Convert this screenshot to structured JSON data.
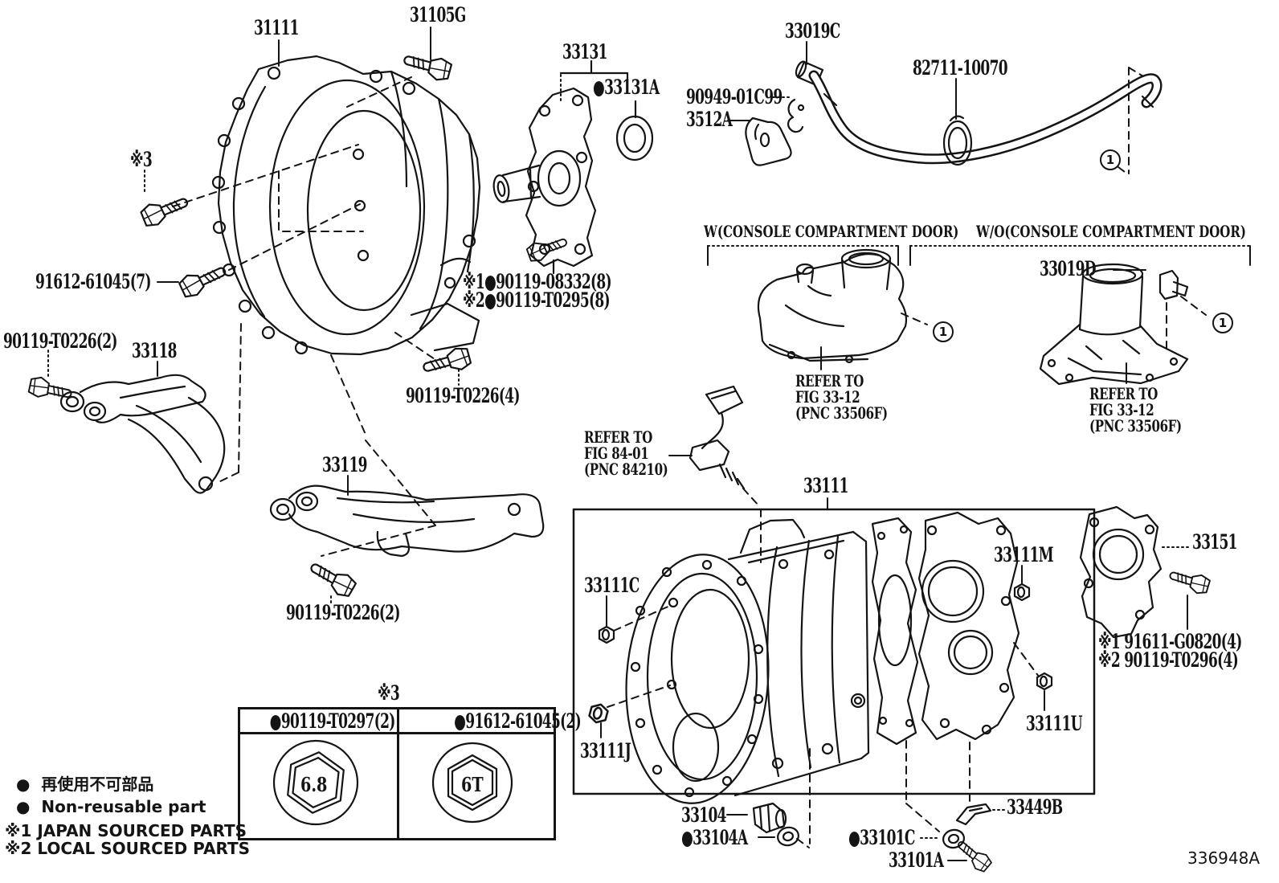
{
  "diagram_code": "336948A",
  "headers": {
    "with_console": "W(CONSOLE COMPARTMENT DOOR)",
    "without_console": "W/O(CONSOLE COMPARTMENT DOOR)"
  },
  "callouts": {
    "p31111": "31111",
    "p31105G": "31105G",
    "p33131": "33131",
    "p33131A": "●33131A",
    "p33019C": "33019C",
    "p82711_10070": "82711-10070",
    "p90949_01C99": "90949-01C99",
    "p3512A": "3512A",
    "note3": "※3",
    "p91612_61045_7": "91612-61045(7)",
    "p90119_T0226_2": "90119-T0226(2)",
    "p33118": "33118",
    "bolt_note_1": "※1●90119-08332(8)",
    "bolt_note_2": "※2●90119-T0295(8)",
    "p90119_T0226_4": "90119-T0226(4)",
    "p33019D": "33019D",
    "p33119": "33119",
    "p33111": "33111",
    "p33111C": "33111C",
    "p33111J": "33111J",
    "p33111M": "33111M",
    "p33111U": "33111U",
    "p33151": "33151",
    "rear_bolt_note_1": "※1 91611-G0820(4)",
    "rear_bolt_note_2": "※2 90119-T0296(4)",
    "p33104": "33104",
    "p33104A": "●33104A",
    "p33101C": "●33101C",
    "p33101A": "33101A",
    "p33449B": "33449B",
    "circled_one": "1"
  },
  "refer_notes": {
    "fig_33_12": "REFER TO\nFIG 33-12\n(PNC 33506F)",
    "fig_84_01": "REFER TO\nFIG 84-01\n(PNC 84210)"
  },
  "spec_table": {
    "note": "※3",
    "columns": [
      {
        "part": "●90119-T0297(2)",
        "size": "6.8"
      },
      {
        "part": "●91612-61045(2)",
        "size": "6T"
      }
    ]
  },
  "legend": {
    "jp": "●  再使用不可部品",
    "en": "●  Non-reusable part",
    "note1": "※1 JAPAN SOURCED PARTS",
    "note2": "※2 LOCAL SOURCED PARTS"
  }
}
